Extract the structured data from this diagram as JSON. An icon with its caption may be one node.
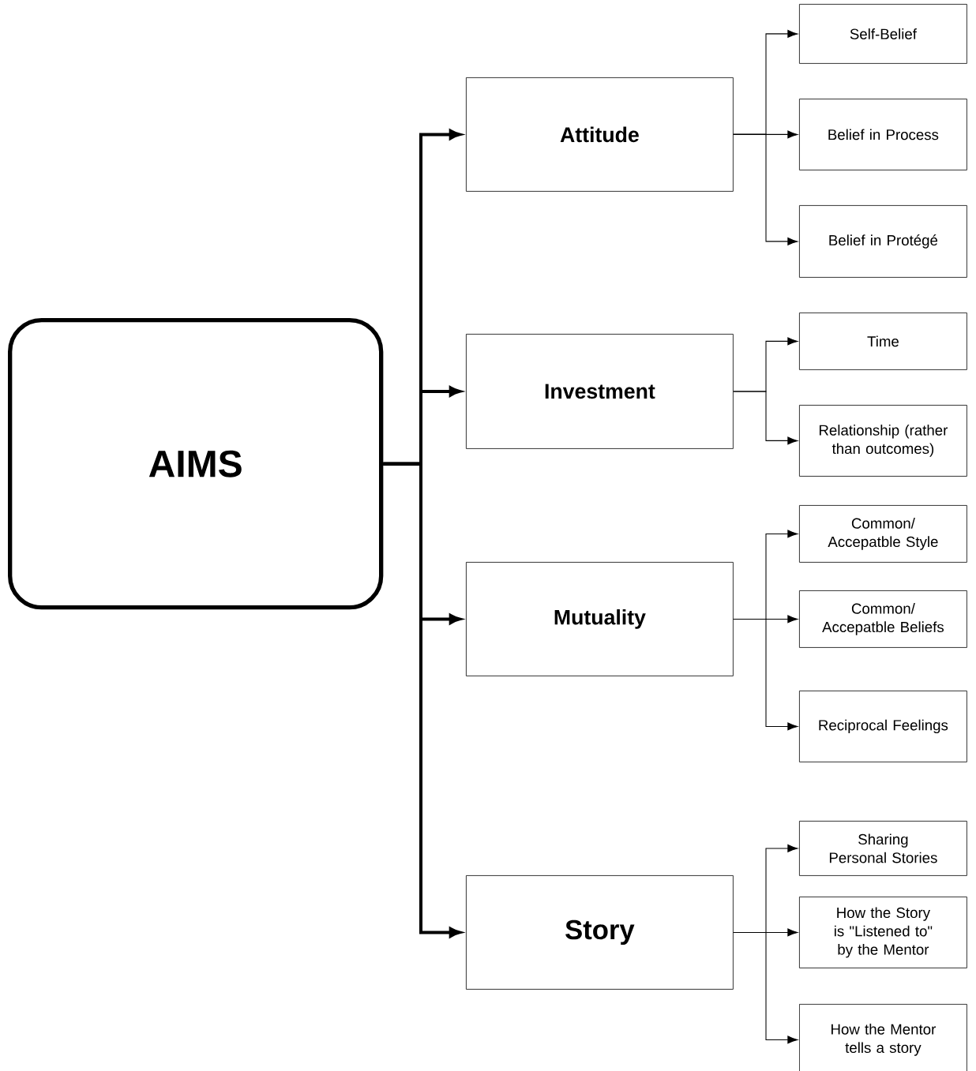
{
  "diagram": {
    "nodes": [
      {
        "text": [
          "AIMS"
        ]
      },
      {
        "text": [
          "Attitude"
        ]
      },
      {
        "text": [
          "Self-Belief"
        ]
      },
      {
        "text": [
          "Belief in Process"
        ]
      },
      {
        "text": [
          "Belief in Protégé"
        ]
      },
      {
        "text": [
          "Investment"
        ]
      },
      {
        "text": [
          "Time"
        ]
      },
      {
        "text": [
          "Relationship (rather than outcomes)"
        ]
      },
      {
        "text": [
          "Mutuality"
        ]
      },
      {
        "text": [
          "Common/ Accepatble Style"
        ]
      },
      {
        "text": [
          "Common/ Accepatble Beliefs"
        ]
      },
      {
        "text": [
          "Reciprocal Feelings"
        ]
      },
      {
        "text": [
          "Story"
        ]
      },
      {
        "text": [
          "Sharing Personal Stories"
        ]
      },
      {
        "text": [
          "How the Story is \"Listened to\" by the Mentor"
        ]
      },
      {
        "text": [
          "How the Mentor tells a story"
        ]
      }
    ],
    "edges": [
      {
        "from": 0,
        "to": 1,
        "arrow": "to",
        "style": "thick"
      },
      {
        "from": 1,
        "to": 2,
        "arrow": "to"
      },
      {
        "from": 1,
        "to": 3,
        "arrow": "to"
      },
      {
        "from": 1,
        "to": 4,
        "arrow": "to"
      },
      {
        "from": 0,
        "to": 5,
        "arrow": "to",
        "style": "thick"
      },
      {
        "from": 5,
        "to": 6,
        "arrow": "to"
      },
      {
        "from": 5,
        "to": 7,
        "arrow": "to"
      },
      {
        "from": 0,
        "to": 8,
        "arrow": "to",
        "style": "thick"
      },
      {
        "from": 8,
        "to": 9,
        "arrow": "to"
      },
      {
        "from": 8,
        "to": 10,
        "arrow": "to"
      },
      {
        "from": 8,
        "to": 11,
        "arrow": "to"
      },
      {
        "from": 0,
        "to": 12,
        "arrow": "to",
        "style": "thick"
      },
      {
        "from": 12,
        "to": 13,
        "arrow": "to"
      },
      {
        "from": 12,
        "to": 14,
        "arrow": "to"
      },
      {
        "from": 12,
        "to": 15,
        "arrow": "to"
      }
    ]
  }
}
